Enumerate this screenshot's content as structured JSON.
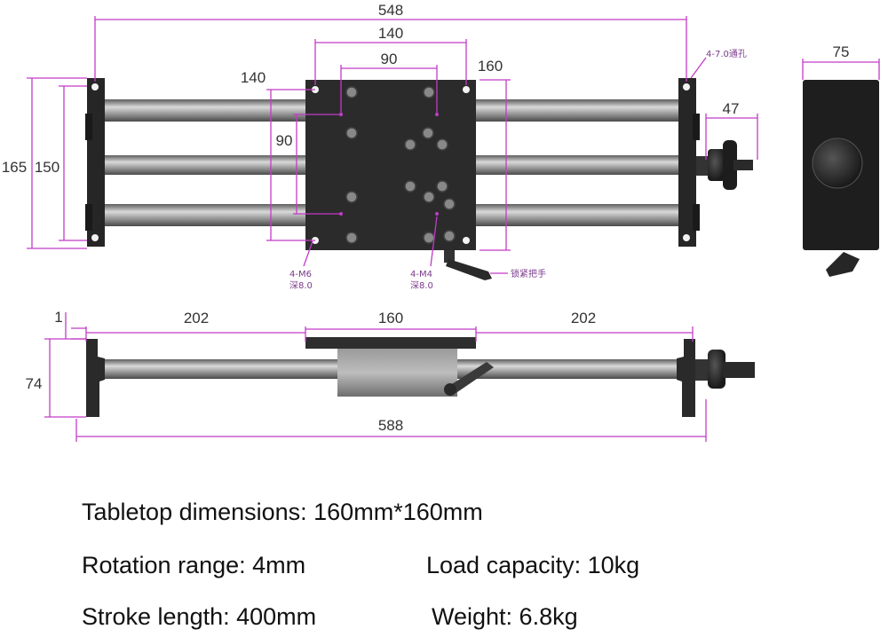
{
  "dimensions": {
    "top_overall_width": "548",
    "top_plate_width": "140",
    "top_hole_spacing_x": "90",
    "top_rail_span": "160",
    "top_hole_offset": "140",
    "top_hole_spacing_y": "90",
    "top_overall_height": "165",
    "top_inner_height": "150",
    "top_handle_offset": "47",
    "end_view_width": "75",
    "side_gap": "1",
    "side_left_travel": "202",
    "side_table_width": "160",
    "side_right_travel": "202",
    "side_height": "74",
    "side_overall_length": "588"
  },
  "annotations": {
    "mount_holes_label": "4-7.0通孔",
    "m6_label_line1": "4-M6",
    "m6_label_line2": "深8.0",
    "m4_label_line1": "4-M4",
    "m4_label_line2": "深8.0",
    "handle_label": "锁紧把手"
  },
  "specs": {
    "tabletop": "Tabletop dimensions: 160mm*160mm",
    "rotation": "Rotation range: 4mm",
    "load": "Load capacity: 10kg",
    "stroke": "Stroke length: 400mm",
    "weight": "Weight: 6.8kg"
  },
  "colors": {
    "dimension_line": "#c23bc7",
    "plate": "#2b2b2b",
    "rail": "#8e8e8e"
  }
}
